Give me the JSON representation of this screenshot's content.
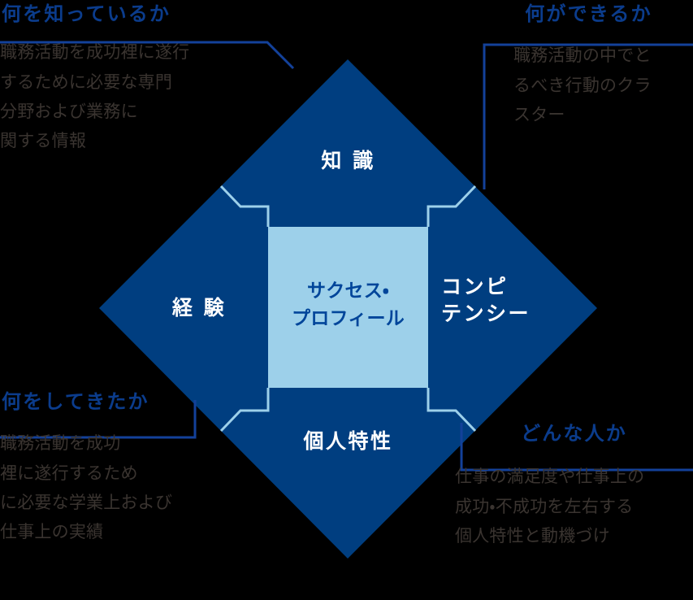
{
  "colors": {
    "background": "#000000",
    "diamond_fill": "#003e80",
    "inner_square_fill": "#9dd0ea",
    "connector_line": "#9dd0ea",
    "heading_blue": "#0b3c8c",
    "rule_blue": "#13419a",
    "body_gray": "#3a3430",
    "label_white": "#ffffff",
    "center_label_blue": "#00459a"
  },
  "diagram": {
    "center_label": "サクセス・\nプロフィール",
    "quadrants": {
      "top": "知 識",
      "left": "経 験",
      "right": "コンピ\nテンシー",
      "bottom": "個人特性"
    }
  },
  "corners": {
    "top_left": {
      "title": "何を知っているか",
      "body": "職務活動を成功裡に遂行\nするために必要な専門\n分野および業務に\n関する情報"
    },
    "top_right": {
      "title": "何ができるか",
      "body": "職務活動の中でと\nるべき行動のクラ\nスター"
    },
    "bottom_left": {
      "title": "何をしてきたか",
      "body": "職務活動を成功\n裡に遂行するため\nに必要な学業上および\n仕事上の実績"
    },
    "bottom_right": {
      "title": "どんな人か",
      "body": "仕事の満足度や仕事上の\n成功・不成功を左右する\n個人特性と動機づけ"
    }
  }
}
